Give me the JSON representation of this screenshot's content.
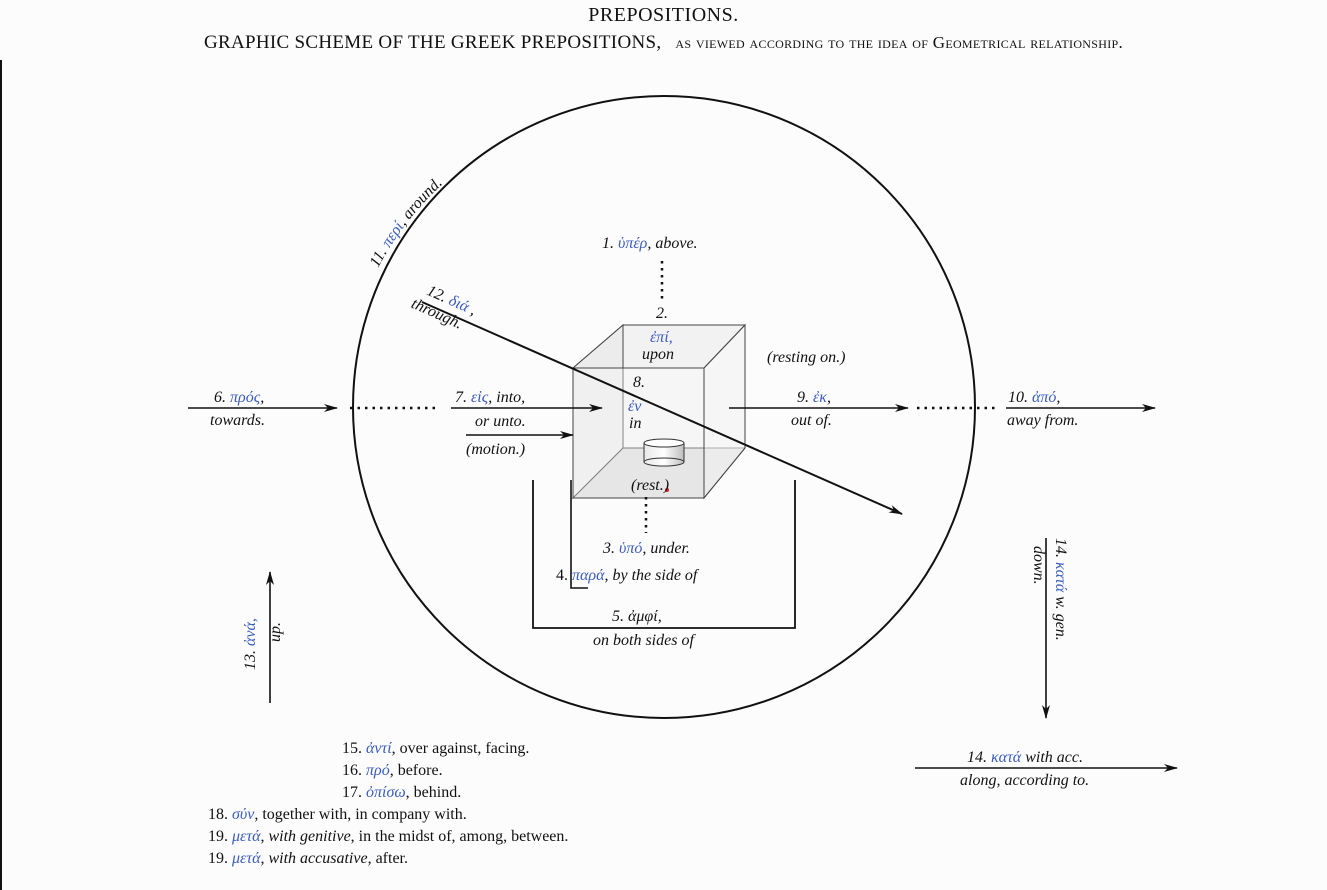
{
  "header": {
    "title": "PREPOSITIONS.",
    "subtitle_main": "GRAPHIC SCHEME OF THE GREEK PREPOSITIONS,",
    "subtitle_tail": "as viewed according to the idea of Geometrical relationship."
  },
  "colors": {
    "greek": "#3a5cc0",
    "ink": "#111111",
    "cube_face": "#f0f0f0",
    "cube_floor": "#dcdcdc",
    "marker": "#e02020"
  },
  "labels": {
    "p1": {
      "num": "1.",
      "greek": "ὑπέρ",
      "gloss": ", above."
    },
    "p2": {
      "num": "2.",
      "greek": "ἐπί,",
      "gloss": "upon",
      "note": "(resting on.)"
    },
    "p3": {
      "num": "3.",
      "greek": "ὑπό",
      "gloss": ", under."
    },
    "p4": {
      "num": "4.",
      "greek": "παρά",
      "gloss": ", by the side of"
    },
    "p5": {
      "num": "5.",
      "greek": "ἀμφί,",
      "gloss": "on both sides of"
    },
    "p6": {
      "num": "6.",
      "greek": "πρός",
      "comma": ",",
      "gloss": "towards."
    },
    "p7": {
      "num": "7.",
      "greek": "εἰς",
      "gloss1": ", into,",
      "gloss2": "or unto.",
      "note": "(motion.)"
    },
    "p8": {
      "num": "8.",
      "greek": "ἐν",
      "gloss": "in",
      "note": "(rest.)"
    },
    "p9": {
      "num": "9.",
      "greek": "ἐκ",
      "comma": ",",
      "gloss": "out of."
    },
    "p10": {
      "num": "10.",
      "greek": "ἀπό",
      "comma": ",",
      "gloss": "away from."
    },
    "p11": {
      "num": "11.",
      "greek": "περί",
      "gloss": ", around."
    },
    "p12": {
      "num": "12.",
      "greek": "διά",
      "comma": " ,",
      "gloss": "through."
    },
    "p13": {
      "num": "13.",
      "greek": "ἀνά,",
      "gloss": "up."
    },
    "p14a": {
      "num": "14.",
      "greek": "κατά",
      "gloss": " w. gen.",
      "gloss2": "down."
    },
    "p14b": {
      "num": "14.",
      "greek": "κατά",
      "gloss": " with acc.",
      "gloss2": "along, according to."
    }
  },
  "list": [
    {
      "num": "15.",
      "greek": "ἀντί",
      "rest": ", over against, facing."
    },
    {
      "num": "16.",
      "greek": "πρό",
      "rest": ", before."
    },
    {
      "num": "17.",
      "greek": "ὀπίσω",
      "rest": ", behind."
    },
    {
      "num": "18.",
      "greek": "σύν",
      "rest": ", together with, in company with."
    },
    {
      "num": "19.",
      "greek": "μετά",
      "it": "with genitive",
      "rest": ", in the midst of, among, between."
    },
    {
      "num": "19.",
      "greek": "μετά",
      "it": "with accusative",
      "rest": ", after."
    }
  ]
}
